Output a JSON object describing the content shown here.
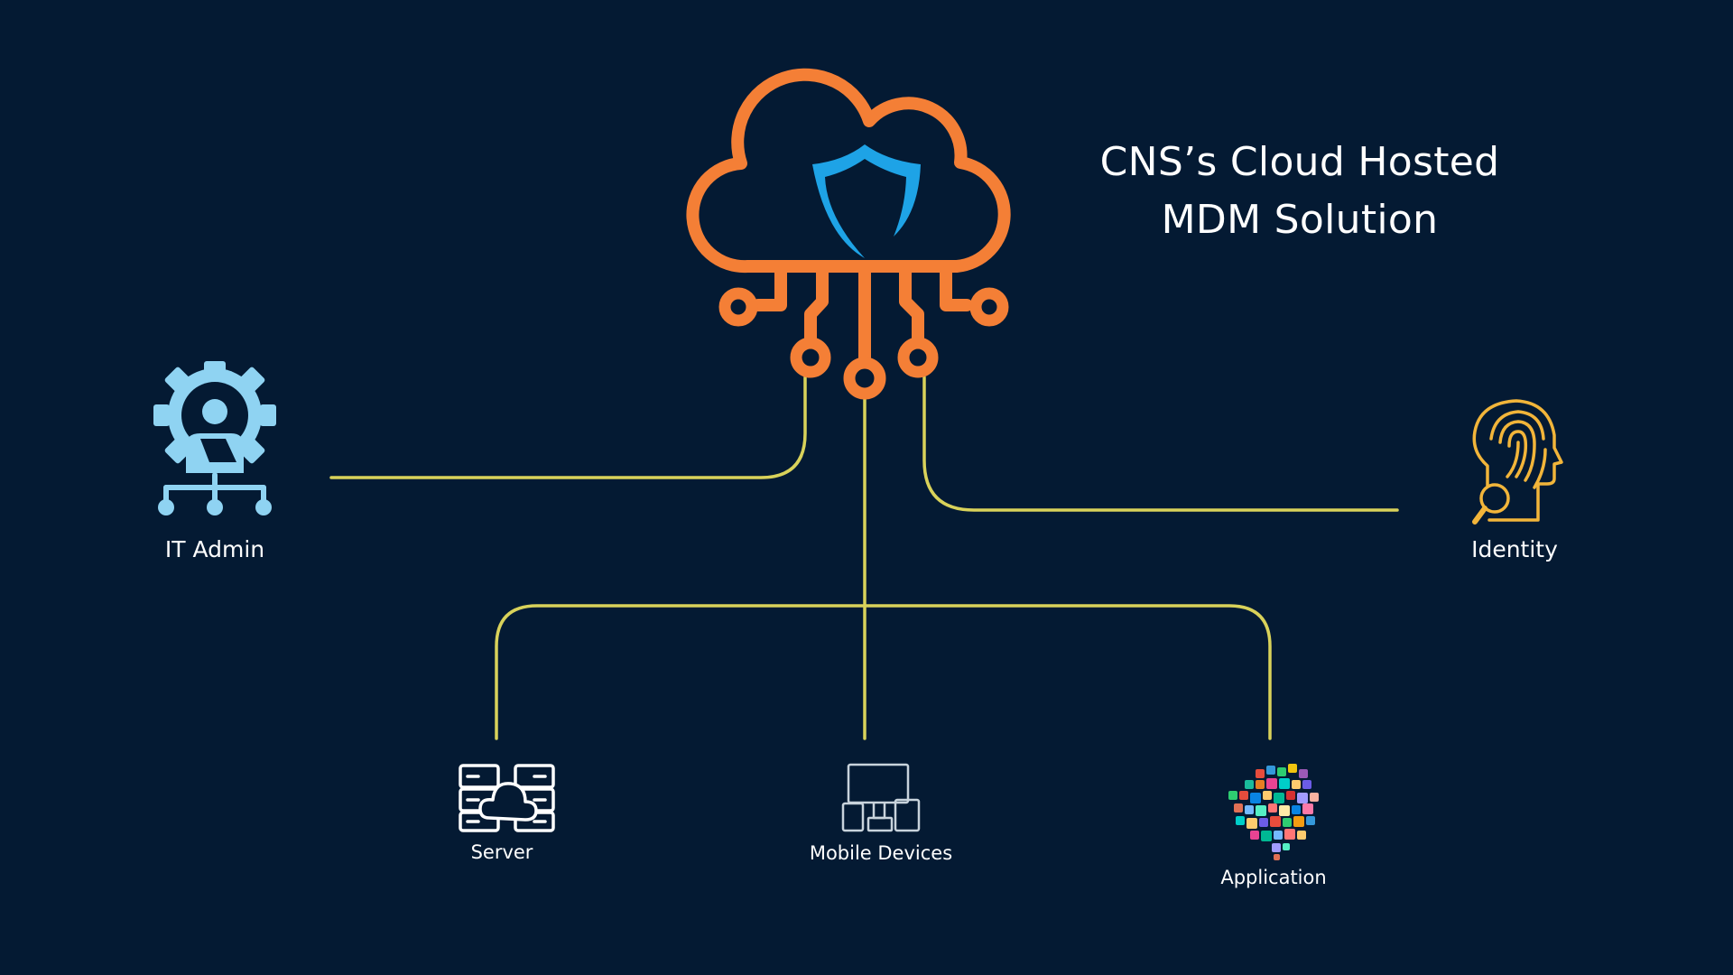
{
  "title": {
    "line1": "CNS’s Cloud Hosted",
    "line2": "MDM Solution"
  },
  "nodes": {
    "it_admin": {
      "label": "IT Admin",
      "icon": "admin-gear-icon"
    },
    "identity": {
      "label": "Identity",
      "icon": "fingerprint-head-icon"
    },
    "server": {
      "label": "Server",
      "icon": "server-cloud-icon"
    },
    "mobile_devices": {
      "label": "Mobile Devices",
      "icon": "devices-icon"
    },
    "application": {
      "label": "Application",
      "icon": "app-cluster-icon"
    },
    "hub": {
      "icon": "cloud-shield-circuit-icon"
    }
  },
  "colors": {
    "background": "#041a33",
    "cloud": "#f47f36",
    "shield": "#1ea3e6",
    "connector": "#d9d25a",
    "admin_icon": "#8fd3f2",
    "identity_icon": "#f2b53a",
    "text": "#ffffff"
  }
}
